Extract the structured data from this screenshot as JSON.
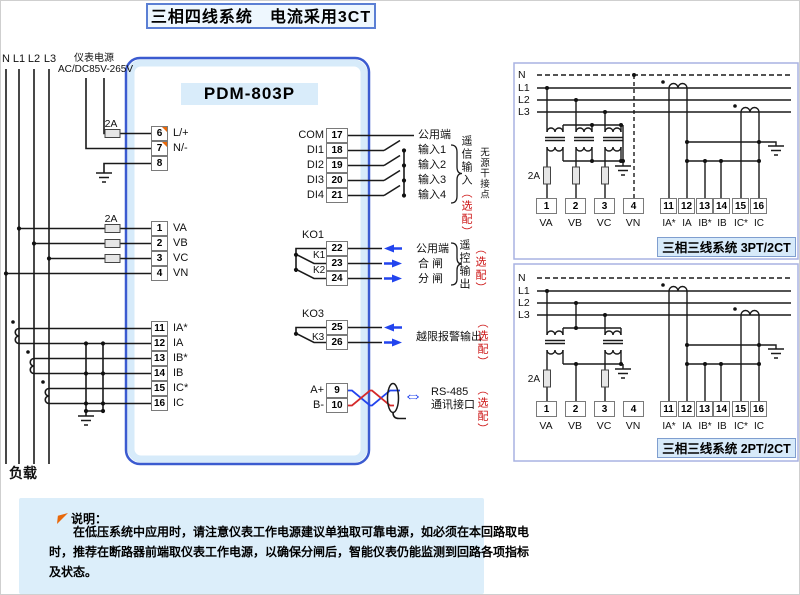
{
  "title": "三相四线系统　电流采用3CT",
  "colors": {
    "device_border": "#3b5bd0",
    "light_blue_fill": "#d9ecfa",
    "optional_red": "#cc1111",
    "arrow_blue": "#2244ee",
    "wire_red": "#d42a2a",
    "marker_orange": "#e8680a"
  },
  "main": {
    "phases": [
      "N",
      "L1",
      "L2",
      "L3"
    ],
    "power_source": {
      "line1": "仪表电源",
      "line2": "AC/DC85V-265V"
    },
    "fuse": "2A",
    "load": "负载",
    "model": "PDM-803P",
    "terminals": {
      "t6": "6",
      "t7": "7",
      "t8": "8",
      "t1": "1",
      "t2": "2",
      "t3": "3",
      "t4": "4",
      "t11": "11",
      "t12": "12",
      "t13": "13",
      "t14": "14",
      "t15": "15",
      "t16": "16",
      "t17": "17",
      "t18": "18",
      "t19": "19",
      "t20": "20",
      "t21": "21",
      "t22": "22",
      "t23": "23",
      "t24": "24",
      "t25": "25",
      "t26": "26",
      "t9": "9",
      "t10": "10"
    },
    "labels": {
      "l6": "L/+",
      "l7": "N/-",
      "l1": "VA",
      "l2": "VB",
      "l3": "VC",
      "l4": "VN",
      "l11": "IA*",
      "l12": "IA",
      "l13": "IB*",
      "l14": "IB",
      "l15": "IC*",
      "l16": "IC",
      "l17": "COM",
      "l18": "DI1",
      "l19": "DI2",
      "l20": "DI3",
      "l21": "DI4"
    },
    "di": {
      "common": "公用端",
      "in1": "输入1",
      "in2": "输入2",
      "in3": "输入3",
      "in4": "输入4",
      "group": "遥信输入",
      "optional": "（选配）",
      "note": "无源干接点"
    },
    "ko1": {
      "name": "KO1",
      "k1": "K1",
      "k2": "K2",
      "common": "公用端",
      "close": "合 闸",
      "open": "分 闸",
      "group": "遥控输出",
      "optional": "（选配）"
    },
    "ko3": {
      "name": "KO3",
      "k3": "K3",
      "label": "越限报警输出",
      "optional": "（选配）"
    },
    "rs485": {
      "a": "A+",
      "b": "B-",
      "name": "RS-485",
      "port": "通讯接口",
      "optional": "（选配）",
      "arrow_icon": "⇔"
    }
  },
  "right_top": {
    "caption": "三相三线系统 3PT/2CT",
    "phases": [
      "N",
      "L1",
      "L2",
      "L3"
    ],
    "fuse": "2A",
    "v_nums": [
      "1",
      "2",
      "3",
      "4"
    ],
    "v_labels": [
      "VA",
      "VB",
      "VC",
      "VN"
    ],
    "i_nums": [
      "11",
      "12",
      "13",
      "14",
      "15",
      "16"
    ],
    "i_labels": [
      "IA*",
      "IA",
      "IB*",
      "IB",
      "IC*",
      "IC"
    ]
  },
  "right_bottom": {
    "caption": "三相三线系统 2PT/2CT",
    "phases": [
      "N",
      "L1",
      "L2",
      "L3"
    ],
    "fuse": "2A",
    "v_nums": [
      "1",
      "2",
      "3",
      "4"
    ],
    "v_labels": [
      "VA",
      "VB",
      "VC",
      "VN"
    ],
    "i_nums": [
      "11",
      "12",
      "13",
      "14",
      "15",
      "16"
    ],
    "i_labels": [
      "IA*",
      "IA",
      "IB*",
      "IB",
      "IC*",
      "IC"
    ]
  },
  "note": {
    "title": "说明：",
    "line1": "在低压系统中应用时，请注意仪表工作电源建议单独取可靠电源，如必须在本回路取电",
    "line2": "时，推荐在断路器前端取仪表工作电源，以确保分闸后，智能仪表仍能监测到回路各项指标",
    "line3": "及状态。"
  }
}
